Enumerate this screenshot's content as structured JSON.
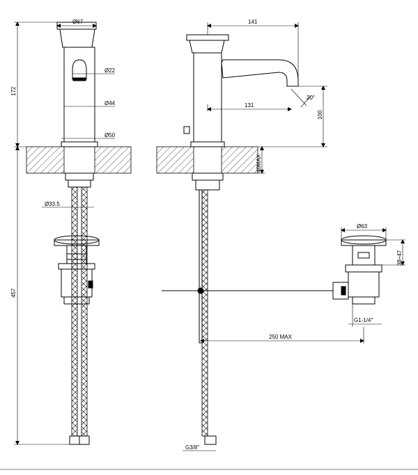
{
  "dimensions": {
    "d67": "Ø67",
    "d22": "Ø22",
    "d44": "Ø44",
    "d50": "Ø50",
    "d33_5": "Ø33.5",
    "h172": "172",
    "h457": "457",
    "w141": "141",
    "w131": "131",
    "h100": "100",
    "angle20": "20°",
    "max40": "40MAX",
    "d63": "Ø63",
    "range38_47": "38÷47",
    "g1_1_4": "G1-1/4\"",
    "max250": "250 MAX",
    "g3_8": "G3/8\""
  }
}
